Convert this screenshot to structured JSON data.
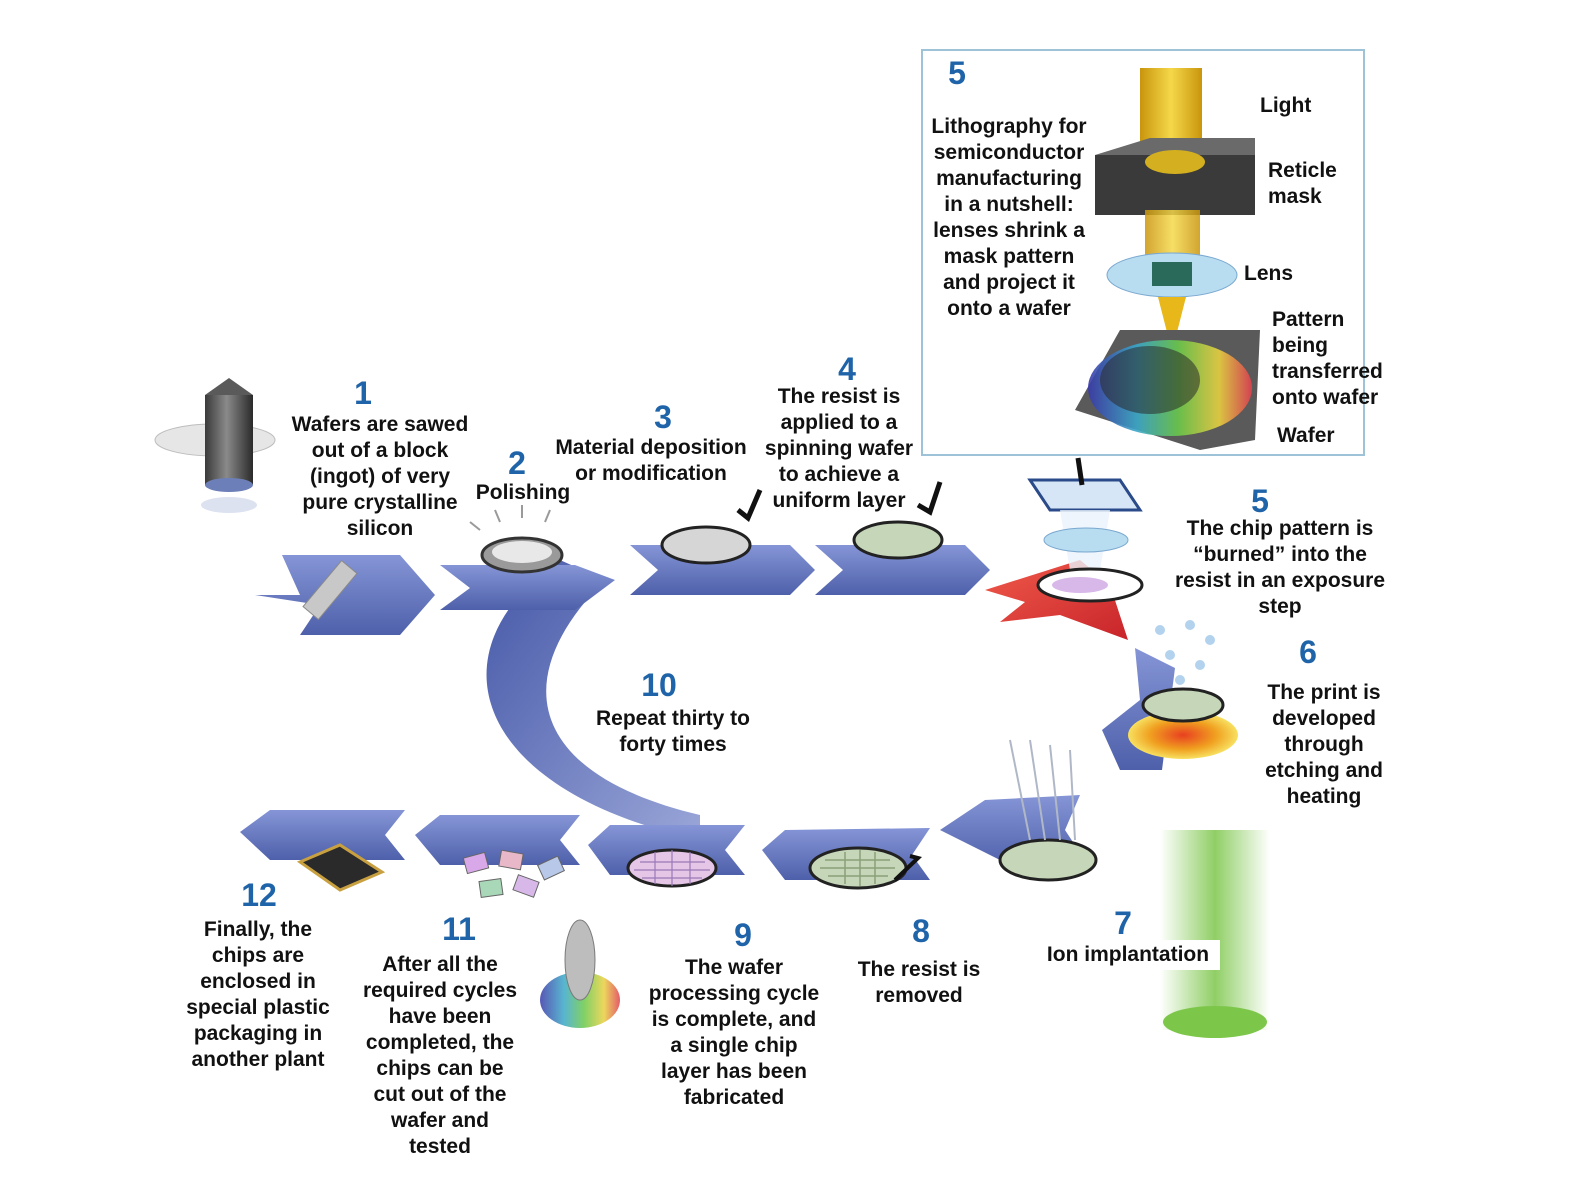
{
  "colors": {
    "arrow": "#5c6fb8",
    "arrow_dark": "#3c4d99",
    "arrow_exposure": "#e23a3a",
    "step_number": "#1f63a8",
    "inset_border": "#9ec3d8",
    "light_beam": "#e8b81a",
    "ion_beam": "#7cc64a"
  },
  "steps": [
    {
      "number": "1",
      "text": "Wafers are sawed\nout of a block\n(ingot) of very\npure crystalline\nsilicon",
      "icon": "ingot-saw-icon"
    },
    {
      "number": "2",
      "text": "Polishing",
      "icon": "polishing-wafer-icon"
    },
    {
      "number": "3",
      "text": "Material deposition\nor modification",
      "icon": "deposition-wafer-icon"
    },
    {
      "number": "4",
      "text": "The resist is\napplied to a\nspinning wafer\nto achieve a\nuniform layer",
      "icon": "spin-coat-wafer-icon"
    },
    {
      "number": "5",
      "text": "The chip pattern is\n“burned” into the\nresist in an exposure\nstep",
      "icon": "exposure-icon"
    },
    {
      "number": "6",
      "text": "The print is\ndeveloped\nthrough\netching and\nheating",
      "icon": "develop-wafer-icon"
    },
    {
      "number": "7",
      "text": "Ion implantation",
      "icon": "ion-beam-icon"
    },
    {
      "number": "8",
      "text": "The resist is\nremoved",
      "icon": "strip-resist-wafer-icon"
    },
    {
      "number": "9",
      "text": "The wafer\nprocessing cycle\nis complete, and\na single chip\nlayer has been\nfabricated",
      "icon": "finished-wafer-icon"
    },
    {
      "number": "10",
      "text": "Repeat thirty to\nforty times",
      "icon": "cycle-arrow-icon"
    },
    {
      "number": "11",
      "text": "After all the\nrequired cycles\nhave been\ncompleted, the\nchips can be\ncut out of the\nwafer and\ntested",
      "icon": "diced-chips-icon"
    },
    {
      "number": "12",
      "text": "Finally, the\nchips are\nenclosed in\nspecial plastic\npackaging in\nanother plant",
      "icon": "packaged-chip-icon"
    }
  ],
  "inset": {
    "number": "5",
    "text": "Lithography for\nsemiconductor\nmanufacturing\nin a nutshell:\nlenses shrink a\nmask pattern\nand project it\nonto a wafer",
    "labels": {
      "light": "Light",
      "reticle": "Reticle\nmask",
      "lens": "Lens",
      "pattern": "Pattern\nbeing\ntransferred\nonto wafer",
      "wafer": "Wafer"
    }
  }
}
